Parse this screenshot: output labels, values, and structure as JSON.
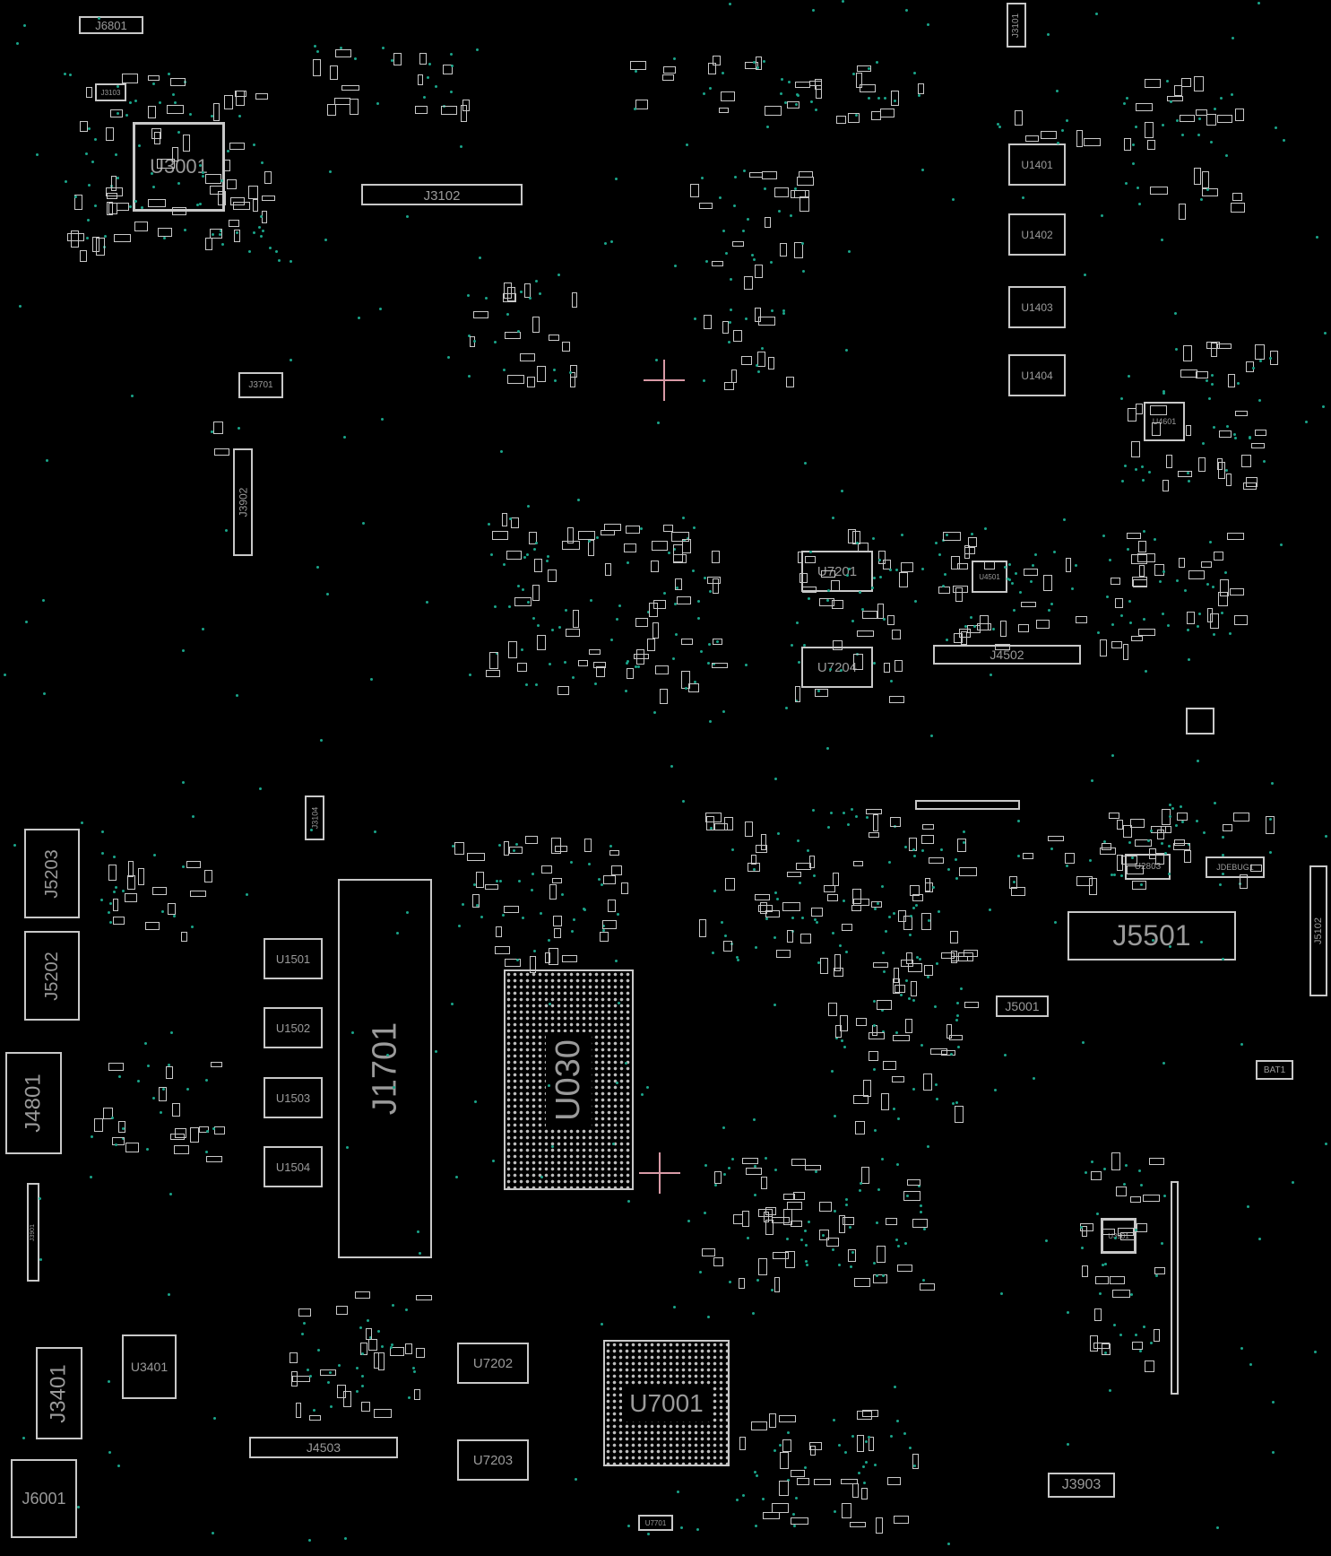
{
  "components": {
    "J6801": "J6801",
    "J3101": "J3101",
    "J3103": "J3103",
    "U3001": "U3001",
    "J3102": "J3102",
    "U1401": "U1401",
    "U1402": "U1402",
    "U1403": "U1403",
    "U1404": "U1404",
    "U4601": "U4601",
    "J3701": "J3701",
    "J3902": "J3902",
    "U7201": "U7201",
    "U7204": "U7204",
    "U4501": "U4501",
    "J4502": "J4502",
    "J5203": "J5203",
    "J5202": "J5202",
    "J4801": "J4801",
    "J3104": "J3104",
    "U1501": "U1501",
    "U1502": "U1502",
    "U1503": "U1503",
    "U1504": "U1504",
    "J1701": "J1701",
    "U0301": "U030",
    "J5501": "J5501",
    "J5001": "J5001",
    "U2803": "U2803",
    "JDEBUG1": "JDEBUG1",
    "J5102": "J5102",
    "BAT1": "BAT1",
    "U3901": "U3901",
    "J3903": "J3903",
    "J3901": "J3901",
    "U3401": "U3401",
    "J3401": "J3401",
    "J6001": "J6001",
    "J4503": "J4503",
    "U7202": "U7202",
    "U7203": "U7203",
    "U7001": "U7001",
    "U7701": "U7701"
  },
  "colors": {
    "background": "#000000",
    "outline": "#c8c8c8",
    "via": "#1aa58a",
    "cursor": "#d89aa6"
  }
}
